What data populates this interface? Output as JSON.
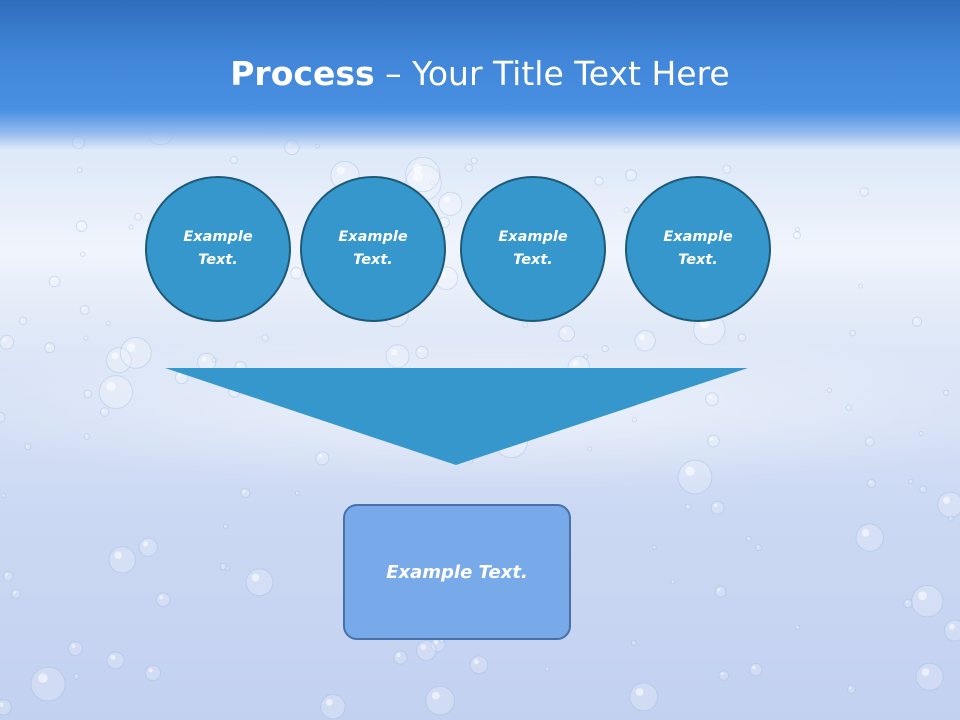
{
  "title": {
    "bold": "Process",
    "rest": " – Your Title Text Here"
  },
  "steps": [
    {
      "label": "Example Text."
    },
    {
      "label": "Example Text."
    },
    {
      "label": "Example Text."
    },
    {
      "label": "Example Text."
    }
  ],
  "result": {
    "label": "Example Text."
  },
  "colors": {
    "title_bar": "#4a90e2",
    "circle_fill": "#3597cc",
    "circle_border": "#1e5a78",
    "funnel_fill": "#3597cc",
    "result_fill": "#78aaea",
    "result_border": "#4a70a8"
  }
}
